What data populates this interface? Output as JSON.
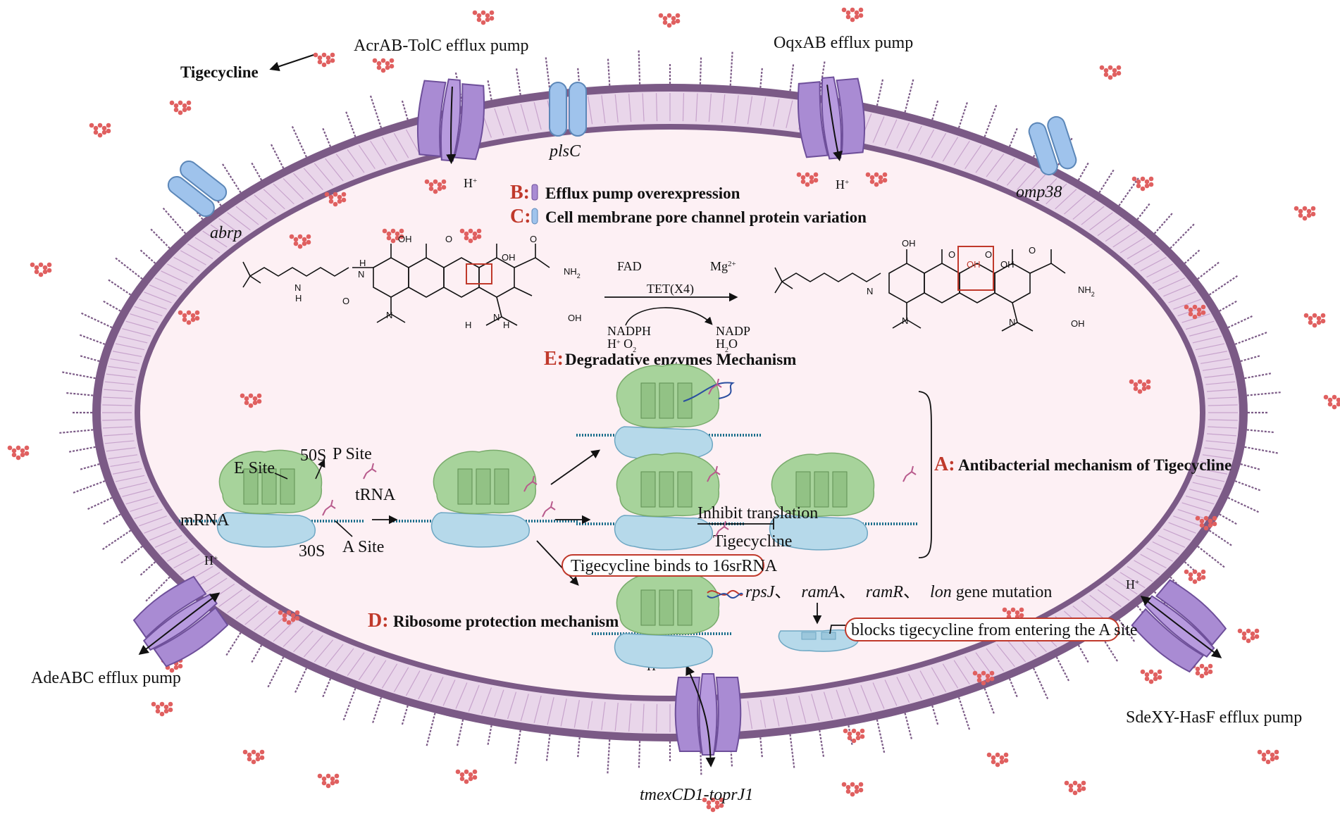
{
  "labels": {
    "tigecycline": "Tigecycline",
    "acrab_pump": "AcrAB-TolC efflux pump",
    "oqxab_pump": "OqxAB efflux pump",
    "adeabc_pump": "AdeABC efflux pump",
    "sdexy_pump": "SdeXY-HasF efflux pump",
    "tmex": "tmexCD1-toprJ1",
    "plsc": "plsC",
    "abrp": "abrp",
    "omp38": "omp38",
    "hplus": "H",
    "hplus_sup": "+"
  },
  "mechanisms": {
    "b_letter": "B:",
    "b_text": "Efflux pump overexpression",
    "c_letter": "C:",
    "c_text": "Cell membrane pore channel protein variation",
    "e_letter": "E:",
    "e_text": "Degradative enzymes Mechanism",
    "a_letter": "A:",
    "a_text": "Antibacterial mechanism of Tigecycline",
    "d_letter": "D:",
    "d_text": "Ribosome protection mechanism"
  },
  "reaction": {
    "fad": "FAD",
    "mg": "Mg",
    "mg_sup": "2+",
    "enzyme": "TET(X4)",
    "nadph": "NADPH",
    "h_o2": "H",
    "h_o2_rest": " O",
    "nadp": "NADP",
    "h2o": "H",
    "h2o_rest": "O",
    "oh": "OH",
    "o": "O",
    "n": "N",
    "h": "H",
    "nh2": "NH",
    "nh2_sub": "2",
    "oh_red": "OH"
  },
  "ribosome": {
    "e_site": "E Site",
    "p_site": "P Site",
    "a_site": "A Site",
    "s50": "50S",
    "s30": "30S",
    "trna": "tRNA",
    "mrna": "mRNA",
    "inhibit": "Inhibit translation",
    "tig_label": "Tigecycline",
    "binds": "Tigecycline binds to 16srRNA",
    "mutation_rpsj": "rpsJ",
    "mutation_sep": "、",
    "mutation_rama": "ramA",
    "mutation_ramr": "ramR",
    "mutation_lon": "lon",
    "mutation_rest": " gene mutation",
    "blocks": "blocks tigecycline from entering the A site"
  },
  "colors": {
    "membrane": "#7b5a86",
    "membrane_fill": "#e9d6ea",
    "interior": "#fdf0f4",
    "pump": "#a98bd3",
    "porin": "#9fc3ec",
    "ribosome_large": "#a7d39b",
    "ribosome_small": "#b6d9ea",
    "drug": "#e06060",
    "accent": "#c0392b"
  }
}
